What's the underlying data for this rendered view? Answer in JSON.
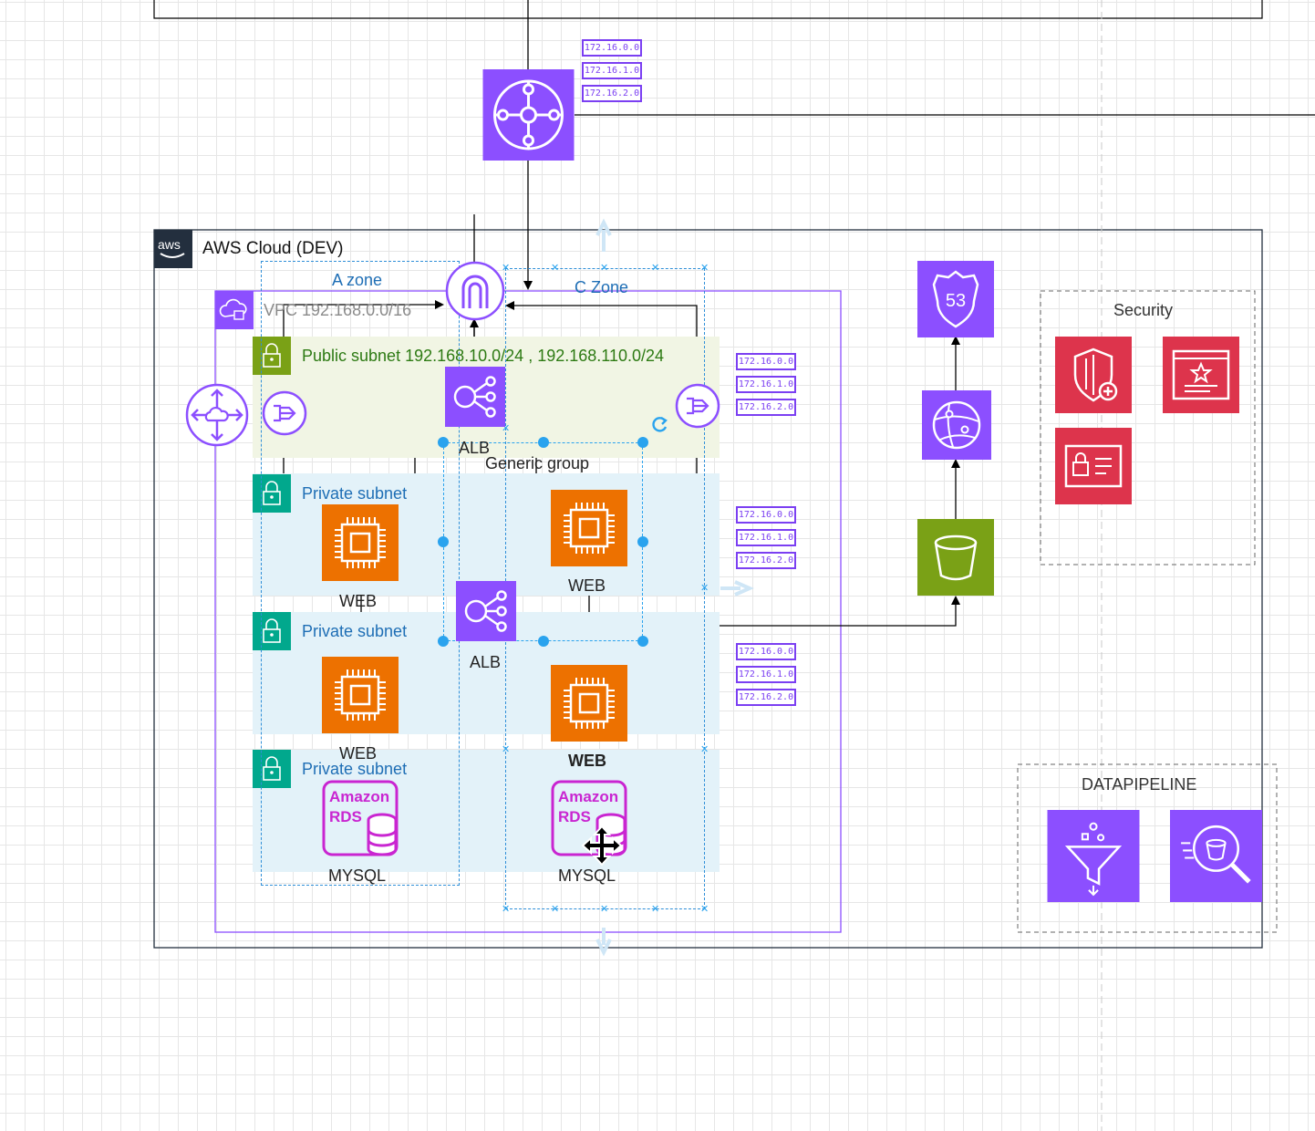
{
  "colors": {
    "purple": "#7b3ff2",
    "red": "#dd344c",
    "green": "#7aa116",
    "orange": "#ed7100",
    "rds_magenta": "#c925d1",
    "selection_blue": "#2aa3ee",
    "public_subnet_fill": "#f2f6e6",
    "private_subnet_fill": "#e6f4fa"
  },
  "ip_labels": [
    "172.16.0.0",
    "172.16.1.0",
    "172.16.2.0"
  ],
  "aws_cloud": {
    "logo": "aws",
    "title": "AWS Cloud (DEV)"
  },
  "vpc": {
    "label": "VPC 192.168.0.0/16",
    "icon": "vpc-cloud-icon"
  },
  "zones": {
    "a": "A zone",
    "c": "C Zone"
  },
  "subnets": {
    "public": "Public subnet 192.168.10.0/24 , 192.168.110.0/24",
    "private_1": "Private subnet",
    "private_2": "Private subnet",
    "private_3": "Private subnet"
  },
  "labels": {
    "alb_top": "ALB",
    "alb_mid": "ALB",
    "generic_group": "Generic group",
    "web_1": "WEB",
    "web_2": "WEB",
    "web_3": "WEB",
    "web_4": "WEB",
    "mysql_1": "MYSQL",
    "mysql_2": "MYSQL",
    "rds_line1": "Amazon",
    "rds_line2": "RDS"
  },
  "route53": {
    "number": "53"
  },
  "security": {
    "title": "Security",
    "icons": [
      "shield-add-icon",
      "certificate-icon",
      "identity-card-icon"
    ]
  },
  "datapipeline": {
    "title": "DATAPIPELINE",
    "icons": [
      "funnel-filter-icon",
      "bucket-search-icon"
    ]
  }
}
